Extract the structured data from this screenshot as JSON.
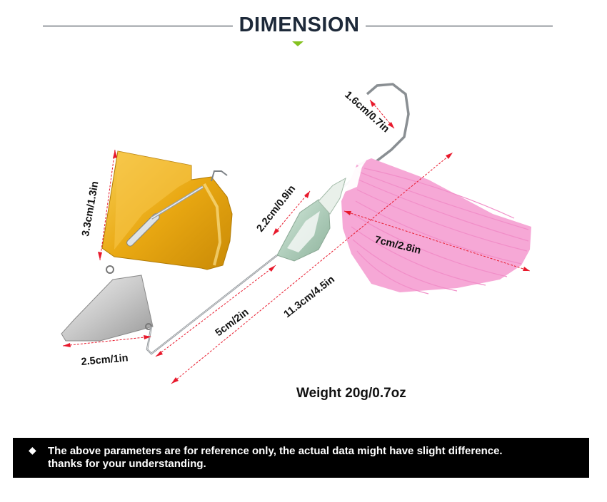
{
  "header": {
    "title": "DIMENSION"
  },
  "dimensions": {
    "blade_height": "3.3cm/1.3in",
    "small_blade": "2.5cm/1in",
    "arm_length": "5cm/2in",
    "total_length": "11.3cm/4.5in",
    "head": "2.2cm/0.9in",
    "hook_gap": "1.6cm/0.7in",
    "skirt": "7cm/2.8in"
  },
  "weight": "Weight  20g/0.7oz",
  "notice": {
    "bullet": "◆",
    "line1": "The above parameters are for reference only, the actual data might have slight difference.",
    "line2": "thanks for your understanding."
  },
  "colors": {
    "title": "#1d2939",
    "accent_marker": "#84c11f",
    "dimension_line": "#e8192c",
    "gold_blade": "#e8a812",
    "skirt": "#f6a8d6",
    "notice_bg": "#000000"
  }
}
